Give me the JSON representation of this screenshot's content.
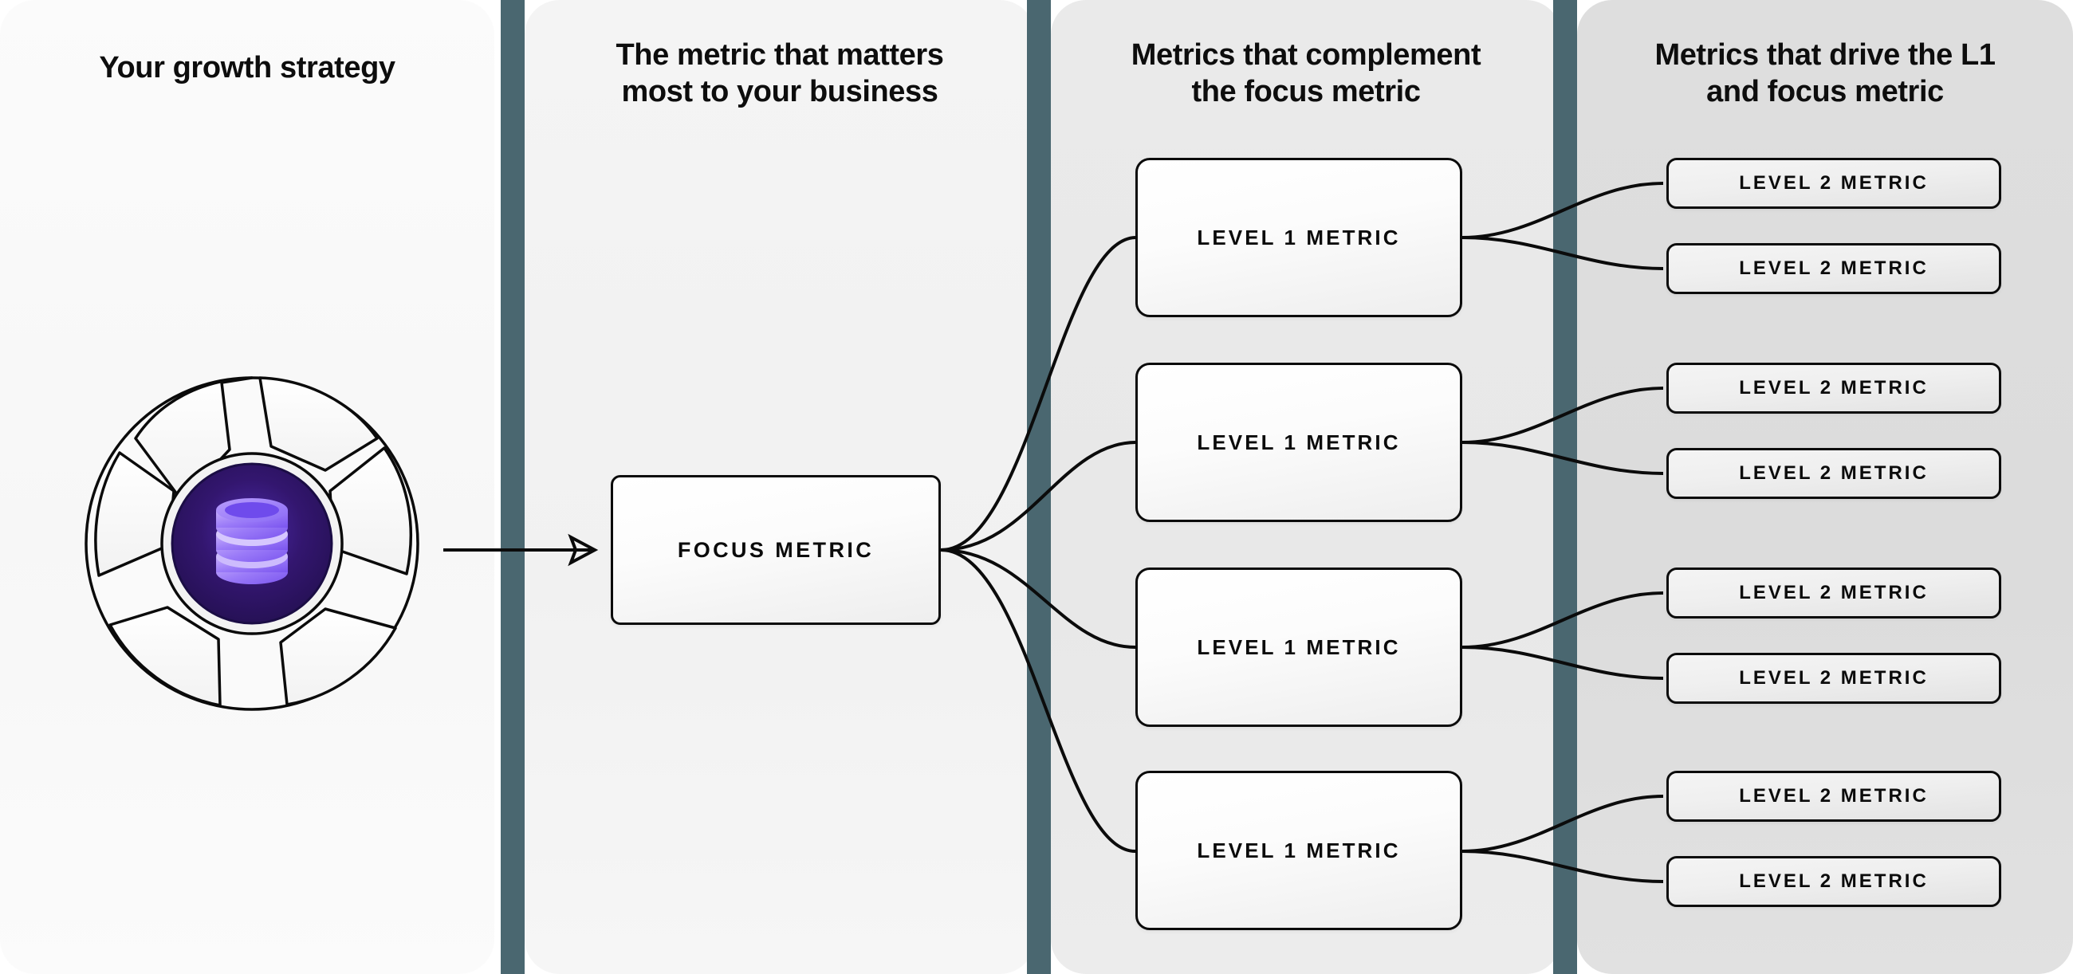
{
  "diagram": {
    "title": "Metric tree: growth strategy to level 2 metrics",
    "accent_slate": "#4a6770",
    "node_border": "#0b0b0b",
    "emblem_core": "#2b1273",
    "emblem_accent": "#7c5cf5"
  },
  "columns": [
    {
      "id": "strategy",
      "heading": "Your growth strategy",
      "background": "#f8f8f8"
    },
    {
      "id": "focus",
      "heading": "The metric that matters\nmost to your business",
      "background": "#f2f2f2"
    },
    {
      "id": "level1",
      "heading": "Metrics that complement\nthe focus metric",
      "background": "#e9e9e9"
    },
    {
      "id": "level2",
      "heading": "Metrics that drive the L1\nand focus metric",
      "background": "#dddddd"
    }
  ],
  "emblem": {
    "icon_name": "database-stack-icon",
    "ring_name": "aperture-shutter-ring"
  },
  "focus_node": {
    "label": "FOCUS METRIC"
  },
  "level1_nodes": [
    {
      "label": "LEVEL 1 METRIC"
    },
    {
      "label": "LEVEL 1 METRIC"
    },
    {
      "label": "LEVEL 1 METRIC"
    },
    {
      "label": "LEVEL 1 METRIC"
    }
  ],
  "level2_nodes": [
    {
      "label": "LEVEL 2 METRIC"
    },
    {
      "label": "LEVEL 2 METRIC"
    },
    {
      "label": "LEVEL 2 METRIC"
    },
    {
      "label": "LEVEL 2 METRIC"
    },
    {
      "label": "LEVEL 2 METRIC"
    },
    {
      "label": "LEVEL 2 METRIC"
    },
    {
      "label": "LEVEL 2 METRIC"
    },
    {
      "label": "LEVEL 2 METRIC"
    }
  ]
}
